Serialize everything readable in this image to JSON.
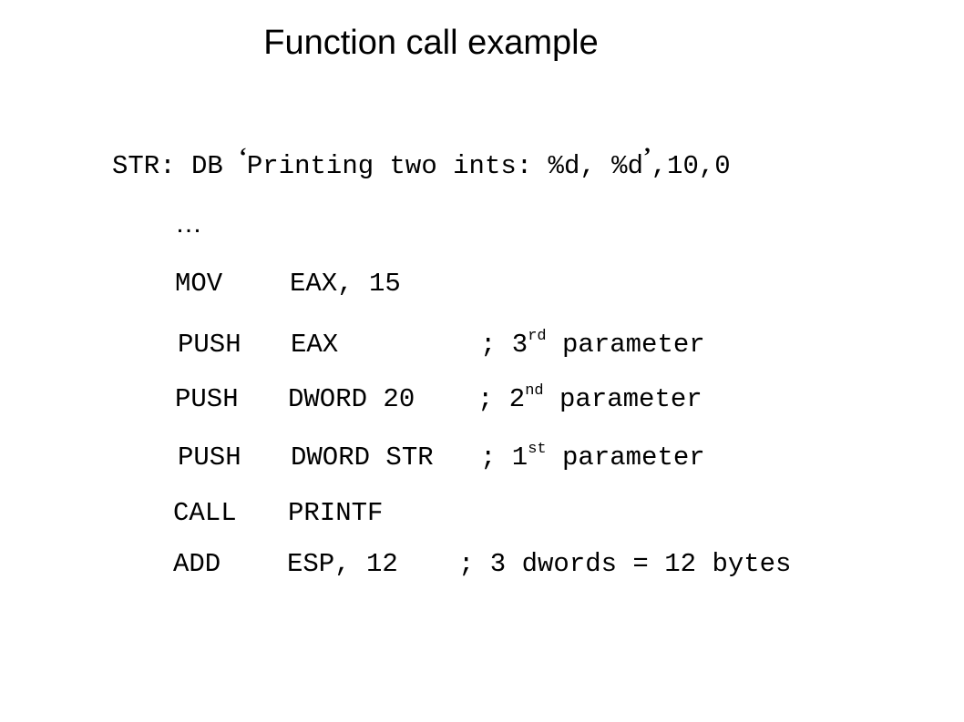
{
  "title": "Function call example",
  "str_line": {
    "prefix": "STR: DB ",
    "open_quote": "‘",
    "string": "Printing two ints: %d, %d",
    "close_quote": "’",
    "suffix": ",10,0"
  },
  "ellipsis": "…",
  "lines": [
    {
      "op": "MOV",
      "arg": "EAX, 15"
    },
    {
      "op": "PUSH",
      "arg": "EAX",
      "comment_prefix": "; 3",
      "comment_sup": "rd",
      "comment_suffix": " parameter"
    },
    {
      "op": "PUSH",
      "arg": "DWORD 20",
      "comment_prefix": "; 2",
      "comment_sup": "nd",
      "comment_suffix": " parameter"
    },
    {
      "op": "PUSH",
      "arg": "DWORD STR",
      "comment_prefix": "; 1",
      "comment_sup": "st",
      "comment_suffix": " parameter"
    },
    {
      "op": "CALL",
      "arg": "PRINTF"
    },
    {
      "op": "ADD",
      "arg": "ESP, 12",
      "comment": "; 3 dwords = 12 bytes"
    }
  ]
}
